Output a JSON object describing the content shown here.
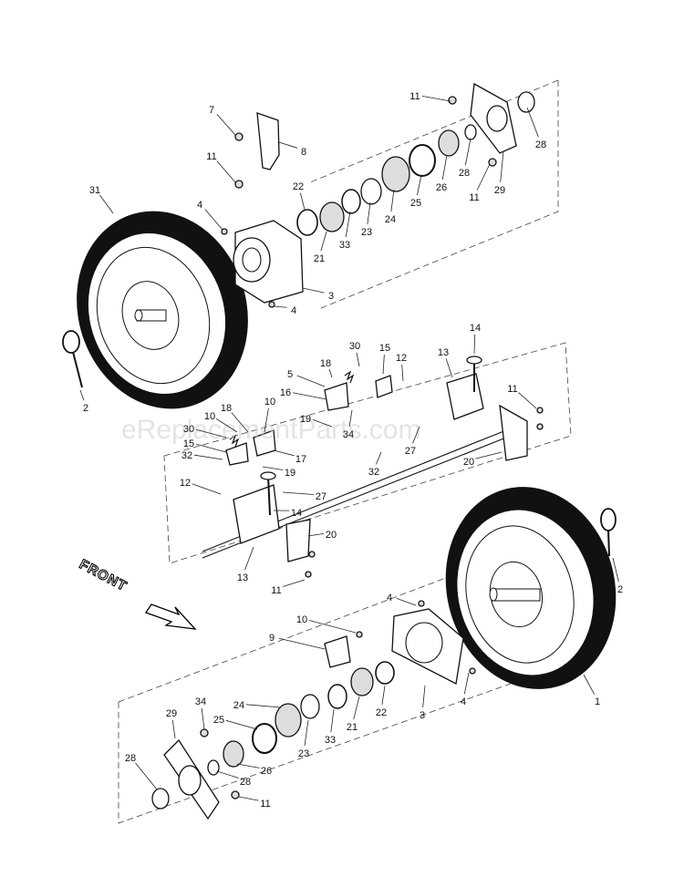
{
  "watermark": "eReplacementParts.com",
  "front_label": "FRONT",
  "callouts": [
    {
      "id": "c-top-11a",
      "text": "11"
    },
    {
      "id": "c-top-28a",
      "text": "28"
    },
    {
      "id": "c-top-28b",
      "text": "28"
    },
    {
      "id": "c-top-29",
      "text": "29"
    },
    {
      "id": "c-top-11b",
      "text": "11"
    },
    {
      "id": "c-top-26",
      "text": "26"
    },
    {
      "id": "c-top-25",
      "text": "25"
    },
    {
      "id": "c-top-24",
      "text": "24"
    },
    {
      "id": "c-top-23",
      "text": "23"
    },
    {
      "id": "c-top-33",
      "text": "33"
    },
    {
      "id": "c-top-21",
      "text": "21"
    },
    {
      "id": "c-top-22",
      "text": "22"
    },
    {
      "id": "c-top-7",
      "text": "7"
    },
    {
      "id": "c-top-8",
      "text": "8"
    },
    {
      "id": "c-top-11c",
      "text": "11"
    },
    {
      "id": "c-top-31",
      "text": "31"
    },
    {
      "id": "c-top-4a",
      "text": "4"
    },
    {
      "id": "c-top-3",
      "text": "3"
    },
    {
      "id": "c-top-4b",
      "text": "4"
    },
    {
      "id": "c-left-2",
      "text": "2"
    },
    {
      "id": "c-mid-14a",
      "text": "14"
    },
    {
      "id": "c-mid-30a",
      "text": "30"
    },
    {
      "id": "c-mid-15a",
      "text": "15"
    },
    {
      "id": "c-mid-12a",
      "text": "12"
    },
    {
      "id": "c-mid-13a",
      "text": "13"
    },
    {
      "id": "c-mid-18a",
      "text": "18"
    },
    {
      "id": "c-mid-5",
      "text": "5"
    },
    {
      "id": "c-mid-16",
      "text": "16"
    },
    {
      "id": "c-mid-11a",
      "text": "11"
    },
    {
      "id": "c-mid-18b",
      "text": "18"
    },
    {
      "id": "c-mid-10a",
      "text": "10"
    },
    {
      "id": "c-mid-10b",
      "text": "10"
    },
    {
      "id": "c-mid-19a",
      "text": "19"
    },
    {
      "id": "c-mid-34a",
      "text": "34"
    },
    {
      "id": "c-mid-27a",
      "text": "27"
    },
    {
      "id": "c-mid-30b",
      "text": "30"
    },
    {
      "id": "c-mid-15b",
      "text": "15"
    },
    {
      "id": "c-mid-17",
      "text": "17"
    },
    {
      "id": "c-mid-32a",
      "text": "32"
    },
    {
      "id": "c-mid-19b",
      "text": "19"
    },
    {
      "id": "c-mid-32b",
      "text": "32"
    },
    {
      "id": "c-mid-20a",
      "text": "20"
    },
    {
      "id": "c-mid-12b",
      "text": "12"
    },
    {
      "id": "c-mid-27b",
      "text": "27"
    },
    {
      "id": "c-mid-14b",
      "text": "14"
    },
    {
      "id": "c-mid-20b",
      "text": "20"
    },
    {
      "id": "c-mid-13b",
      "text": "13"
    },
    {
      "id": "c-mid-11b",
      "text": "11"
    },
    {
      "id": "c-right-2",
      "text": "2"
    },
    {
      "id": "c-bot-4a",
      "text": "4"
    },
    {
      "id": "c-bot-10",
      "text": "10"
    },
    {
      "id": "c-bot-9",
      "text": "9"
    },
    {
      "id": "c-bot-4b",
      "text": "4"
    },
    {
      "id": "c-bot-3",
      "text": "3"
    },
    {
      "id": "c-bot-1",
      "text": "1"
    },
    {
      "id": "c-bot-22",
      "text": "22"
    },
    {
      "id": "c-bot-21",
      "text": "21"
    },
    {
      "id": "c-bot-33",
      "text": "33"
    },
    {
      "id": "c-bot-23",
      "text": "23"
    },
    {
      "id": "c-bot-24",
      "text": "24"
    },
    {
      "id": "c-bot-34",
      "text": "34"
    },
    {
      "id": "c-bot-29",
      "text": "29"
    },
    {
      "id": "c-bot-25",
      "text": "25"
    },
    {
      "id": "c-bot-26",
      "text": "26"
    },
    {
      "id": "c-bot-28a",
      "text": "28"
    },
    {
      "id": "c-bot-28b",
      "text": "28"
    },
    {
      "id": "c-bot-11",
      "text": "11"
    }
  ]
}
